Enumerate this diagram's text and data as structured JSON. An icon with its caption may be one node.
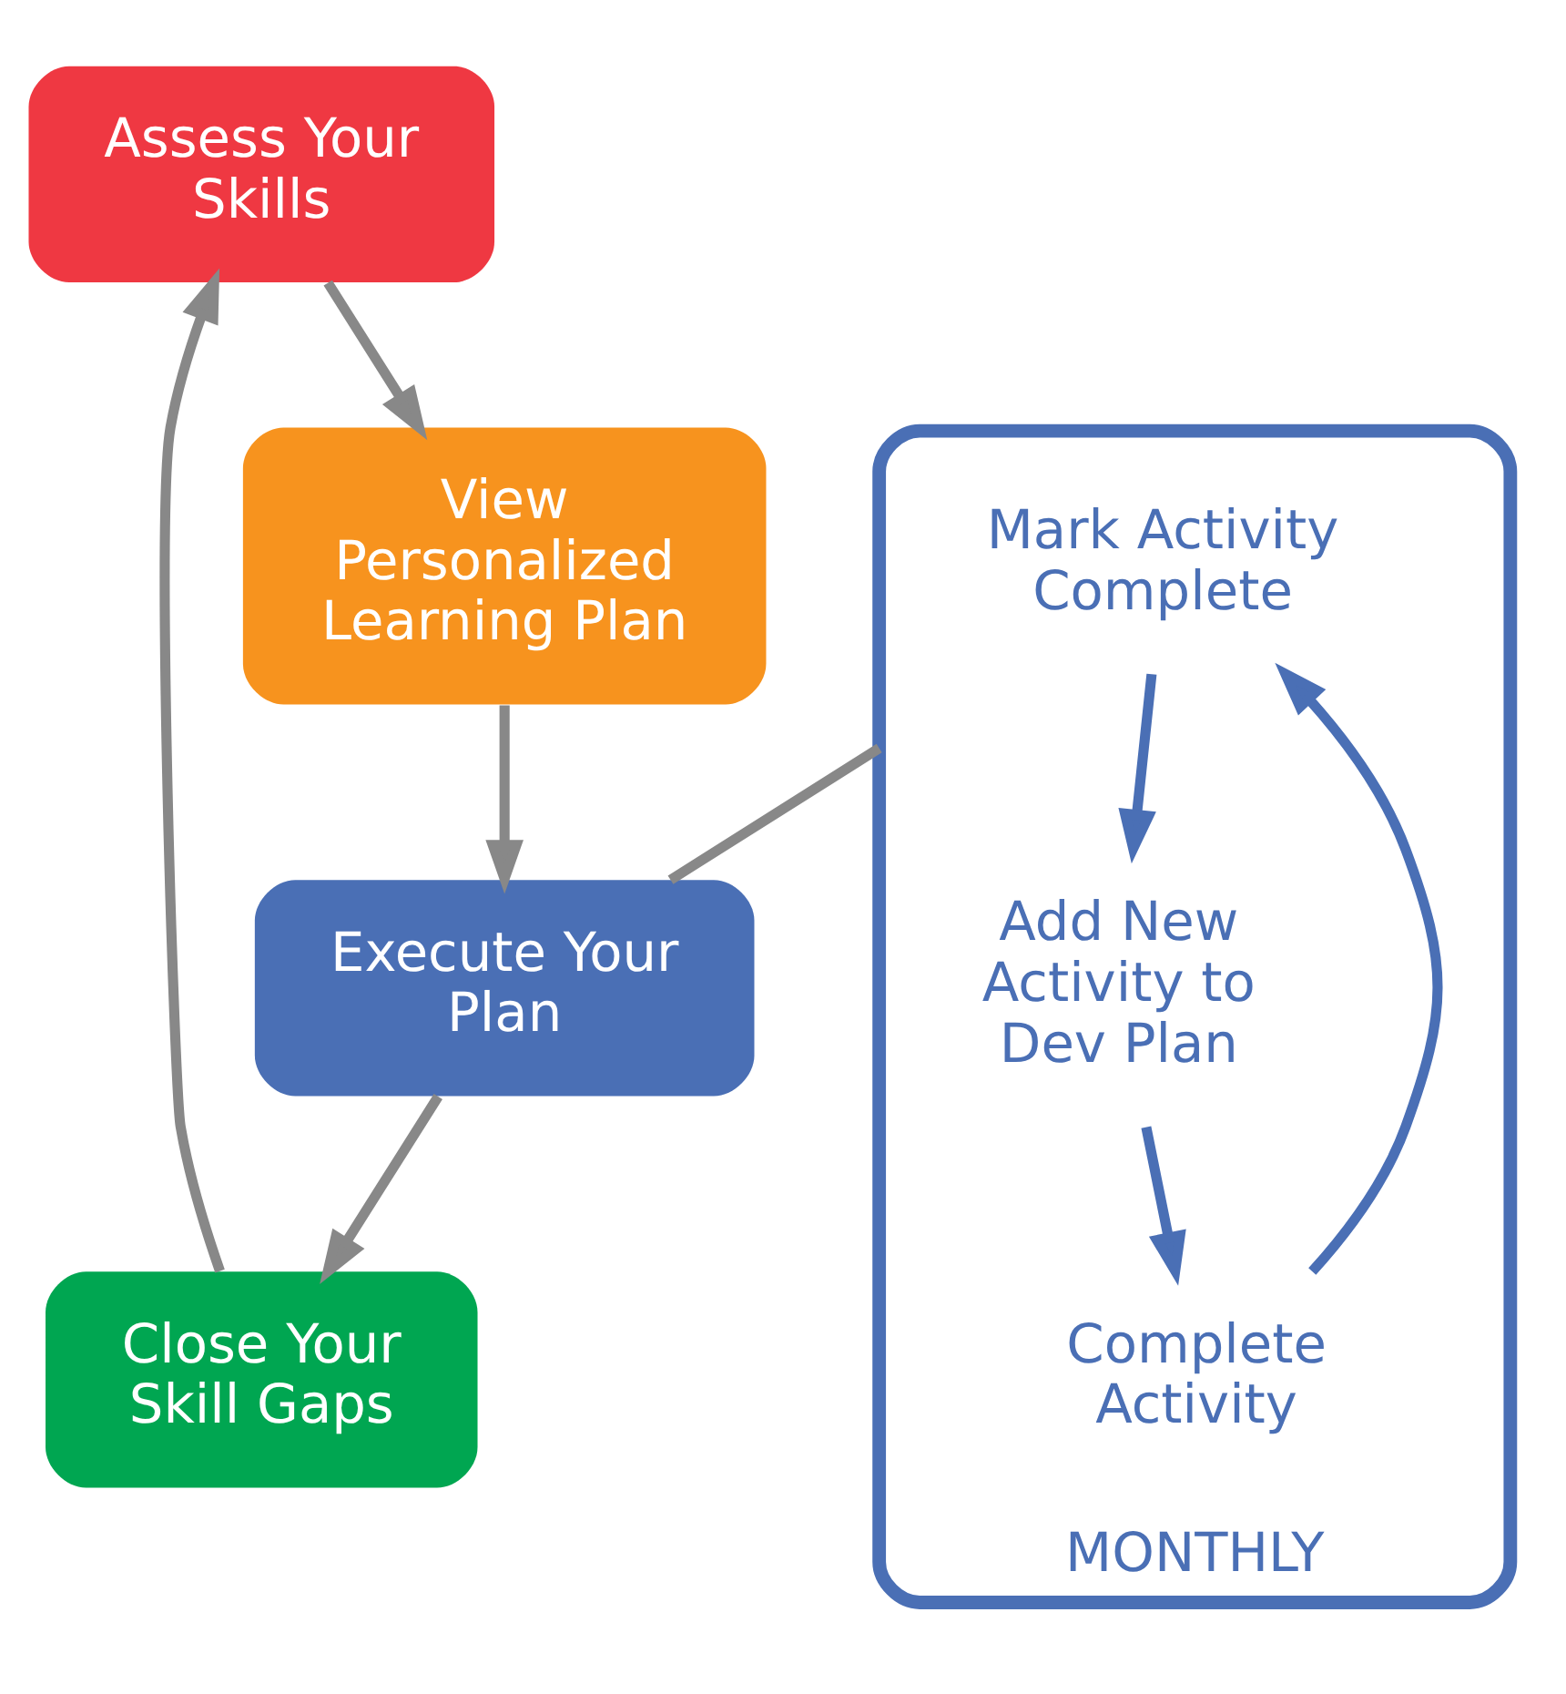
{
  "diagram": {
    "nodes": [
      {
        "text": [
          "Assess Your Skills"
        ]
      },
      {
        "text": [
          "View Personalized Learning Plan"
        ]
      },
      {
        "text": [
          "Execute Your Plan"
        ]
      },
      {
        "text": [
          "Close Your Skill Gaps"
        ]
      },
      {
        "text": [
          "MONTHLY"
        ]
      },
      {
        "text": [
          "Mark Activity Complete"
        ],
        "in": 4
      },
      {
        "text": [
          "Add New Activity to Dev Plan"
        ],
        "in": 4
      },
      {
        "text": [
          "Complete Activity"
        ],
        "in": 4
      }
    ],
    "edges": [
      {
        "from": 0,
        "to": 1,
        "arrow": "to"
      },
      {
        "from": 1,
        "to": 2,
        "arrow": "to"
      },
      {
        "from": 2,
        "to": 3,
        "arrow": "to"
      },
      {
        "from": 3,
        "to": 0,
        "arrow": "to"
      },
      {
        "from": 5,
        "to": 6,
        "arrow": "to",
        "color": "#4a6fb5"
      },
      {
        "from": 6,
        "to": 7,
        "arrow": "to",
        "color": "#4a6fb5"
      },
      {
        "from": 7,
        "to": 5,
        "arrow": "to",
        "color": "#4a6fb5"
      },
      {
        "from": 4,
        "to": 2,
        "arrow": "none"
      }
    ]
  }
}
